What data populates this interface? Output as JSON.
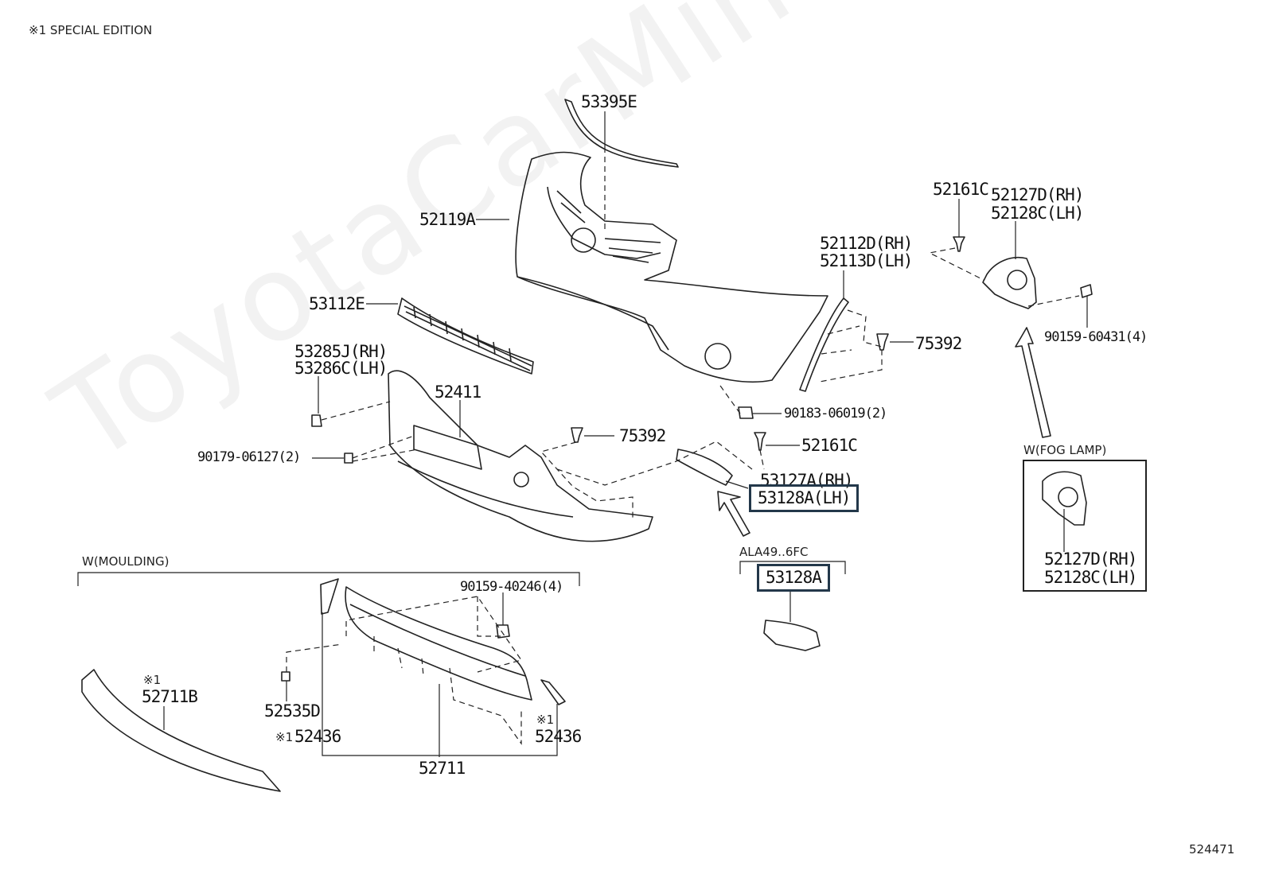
{
  "header": {
    "note": "※1 SPECIAL EDITION"
  },
  "figure_code": "524471",
  "watermark": "ToyotaCarMine.ru",
  "highlight_color": "#23384a",
  "labels": {
    "p53395E": "53395E",
    "p52119A": "52119A",
    "p52161C_top": "52161C",
    "p52127D_rh_top": "52127D(RH)",
    "p52128C_lh_top": "52128C(LH)",
    "p52112D": "52112D(RH)",
    "p52113D": "52113D(LH)",
    "p53112E": "53112E",
    "p75392_right": "75392",
    "p90159_60431": "90159-60431(4)",
    "p53285J": "53285J(RH)",
    "p53286C": "53286C(LH)",
    "p52411": "52411",
    "p90183": "90183-06019(2)",
    "p75392_mid": "75392",
    "p52161C_mid": "52161C",
    "p90179": "90179-06127(2)",
    "p53127A": "53127A(RH)",
    "p53128A_lh": "53128A(LH)",
    "p53128A": "53128A",
    "p52127D_rh_box": "52127D(RH)",
    "p52128C_lh_box": "52128C(LH)",
    "p90159_40246": "90159-40246(4)",
    "p52711B": "52711B",
    "p52535D": "52535D",
    "p52436_left": "52436",
    "p52436_right": "52436",
    "p52711": "52711"
  },
  "captions": {
    "moulding": "W(MOULDING)",
    "fog_lamp": "W(FOG LAMP)",
    "ala": "ALA49..6FC"
  },
  "marks": {
    "special": "※1"
  }
}
